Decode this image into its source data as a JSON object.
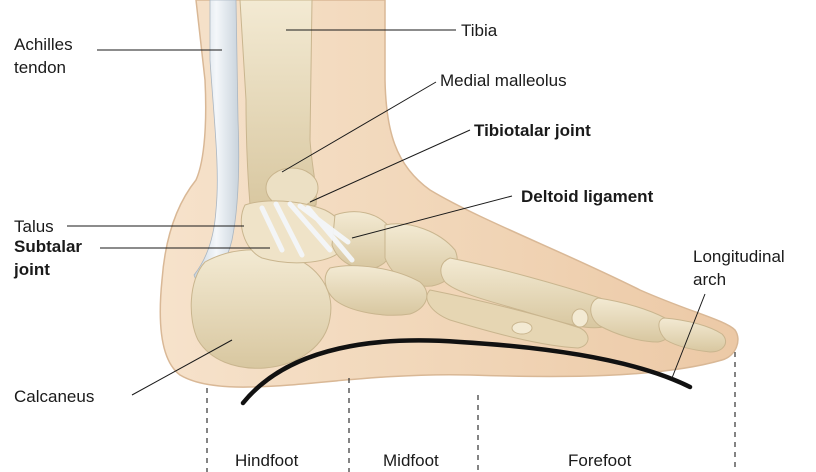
{
  "labels": {
    "achilles_line1": "Achilles",
    "achilles_line2": "tendon",
    "tibia": "Tibia",
    "medial_malleolus": "Medial malleolus",
    "tibiotalar_joint": "Tibiotalar joint",
    "deltoid_ligament": "Deltoid ligament",
    "talus": "Talus",
    "subtalar_line1": "Subtalar",
    "subtalar_line2": "joint",
    "longitudinal_line1": "Longitudinal",
    "longitudinal_line2": "arch",
    "calcaneus": "Calcaneus"
  },
  "regions": {
    "hindfoot": "Hindfoot",
    "midfoot": "Midfoot",
    "forefoot": "Forefoot"
  },
  "colors": {
    "skin": "#f1d6b8",
    "skin_edge": "#d9b896",
    "bone": "#e8dcc0",
    "bone_shadow": "#c9b58e",
    "tendon": "#eef2f6",
    "arch_curve": "#111111"
  }
}
